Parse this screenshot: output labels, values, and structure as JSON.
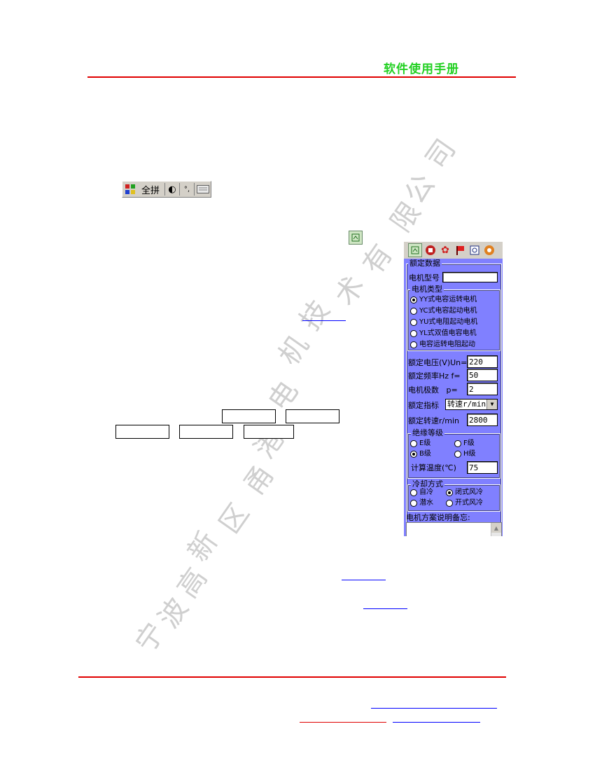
{
  "header": {
    "title": "软件使用手册"
  },
  "watermark": {
    "chars": [
      "宁",
      "波",
      "高",
      "新",
      "区",
      "甬",
      "港",
      "电",
      "机",
      "技",
      "术",
      "有",
      "限",
      "公",
      "司"
    ]
  },
  "ime_toolbar": {
    "mode": "全拼"
  },
  "panel": {
    "rated": {
      "legend": "额定数据",
      "model_label": "电机型号",
      "model_value": ""
    },
    "motor_type": {
      "legend": "电机类型",
      "options": [
        "YY式电容运转电机",
        "YC式电容起动电机",
        "YU式电阻起动电机",
        "YL式双值电容电机",
        "电容运转电阻起动"
      ],
      "selected": 0
    },
    "voltage": {
      "label": "额定电压(V)Un=",
      "value": "220"
    },
    "frequency": {
      "label": "额定频率Hz f=",
      "value": "50"
    },
    "poles": {
      "label": "电机极数   p=",
      "value": "2"
    },
    "index": {
      "label": "额定指标",
      "value": "转速r/min"
    },
    "speed": {
      "label": "额定转速r/min",
      "value": "2800"
    },
    "insulation": {
      "legend": "绝缘等级",
      "options": [
        "E级",
        "F级",
        "B级",
        "H级"
      ],
      "selected": 2,
      "temp_label": "计算温度(℃)",
      "temp_value": "75"
    },
    "cooling": {
      "legend": "冷却方式",
      "options": [
        "自冷",
        "闭式风冷",
        "潜水",
        "开式风冷"
      ],
      "selected": 1
    },
    "memo_label": "电机方案说明备忘:"
  }
}
